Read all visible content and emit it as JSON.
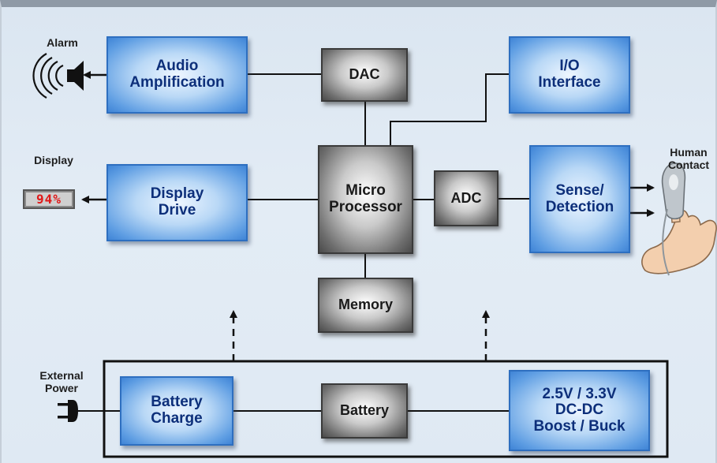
{
  "blocks": {
    "audio_amplification": "Audio\nAmplification",
    "dac": "DAC",
    "io_interface": "I/O\nInterface",
    "display_drive": "Display\nDrive",
    "micro_processor": "Micro\nProcessor",
    "adc": "ADC",
    "sense_detection": "Sense/\nDetection",
    "memory": "Memory",
    "battery_charge": "Battery\nCharge",
    "battery": "Battery",
    "dcdc": "2.5V / 3.3V\nDC-DC\nBoost / Buck"
  },
  "labels": {
    "alarm": "Alarm",
    "display": "Display",
    "display_readout": "94%",
    "human_contact": "Human\nContact",
    "external_power": "External\nPower"
  },
  "icons": {
    "alarm": "speaker-icon",
    "power": "power-plug-icon",
    "finger": "finger-sensor-icon"
  },
  "colors": {
    "blue_block_border": "#2e6fc0",
    "blue_block_text": "#0d2f7a",
    "gray_block_border": "#3a3a3a",
    "readout_digits": "#e01818",
    "background": "#dfe9f3"
  }
}
